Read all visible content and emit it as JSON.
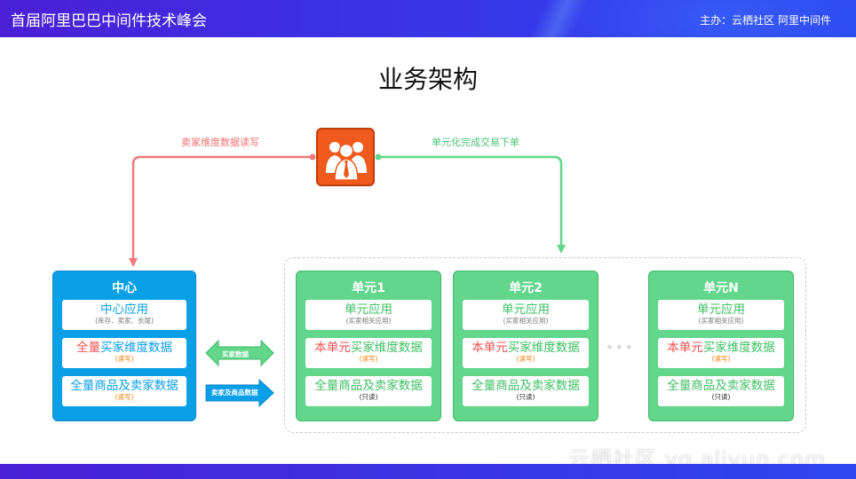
{
  "header": {
    "conference_title": "首届阿里巴巴中间件技术峰会",
    "organizer": "主办：云栖社区 阿里中间件"
  },
  "title": "业务架构",
  "flows": {
    "left": "卖家维度数据读写",
    "right": "单元化完成交易下单"
  },
  "center": {
    "title": "中心",
    "cards": [
      {
        "prefix": "",
        "main": "中心应用",
        "sub": "(库存、卖家、长尾)"
      },
      {
        "prefix": "全量",
        "main": "买家维度数据",
        "sub": "(读写)"
      },
      {
        "prefix": "",
        "main": "全量商品及卖家数据",
        "sub": "(读写)"
      }
    ]
  },
  "units": [
    {
      "title": "单元1",
      "cards": [
        {
          "prefix": "",
          "main": "单元应用",
          "sub": "(买家相关应用)"
        },
        {
          "prefix": "本单元",
          "main": "买家维度数据",
          "sub": "(读写)"
        },
        {
          "prefix": "",
          "main": "全量商品及卖家数据",
          "sub": "(只读)"
        }
      ]
    },
    {
      "title": "单元2",
      "cards": [
        {
          "prefix": "",
          "main": "单元应用",
          "sub": "(买家相关应用)"
        },
        {
          "prefix": "本单元",
          "main": "买家维度数据",
          "sub": "(读写)"
        },
        {
          "prefix": "",
          "main": "全量商品及卖家数据",
          "sub": "(只读)"
        }
      ]
    },
    {
      "title": "单元N",
      "cards": [
        {
          "prefix": "",
          "main": "单元应用",
          "sub": "(买家相关应用)"
        },
        {
          "prefix": "本单元",
          "main": "买家维度数据",
          "sub": "(读写)"
        },
        {
          "prefix": "",
          "main": "全量商品及卖家数据",
          "sub": "(只读)"
        }
      ]
    }
  ],
  "sync_arrows": {
    "bidirectional": "买家数据",
    "one_way": "卖家及商品数据"
  },
  "ellipsis": "。。。",
  "watermark": "云栖社区 yq.aliyun.com",
  "colors": {
    "header_purple": "#4a1fd6",
    "center_blue": "#0aa0e8",
    "unit_green": "#62d68a",
    "icon_orange": "#f05a1c",
    "left_flow_red": "#f07a7a",
    "right_flow_green": "#62d68a",
    "highlight_red": "#f05050",
    "sub_orange": "#ff7a00"
  },
  "icons": {
    "users": "users-group-icon"
  }
}
